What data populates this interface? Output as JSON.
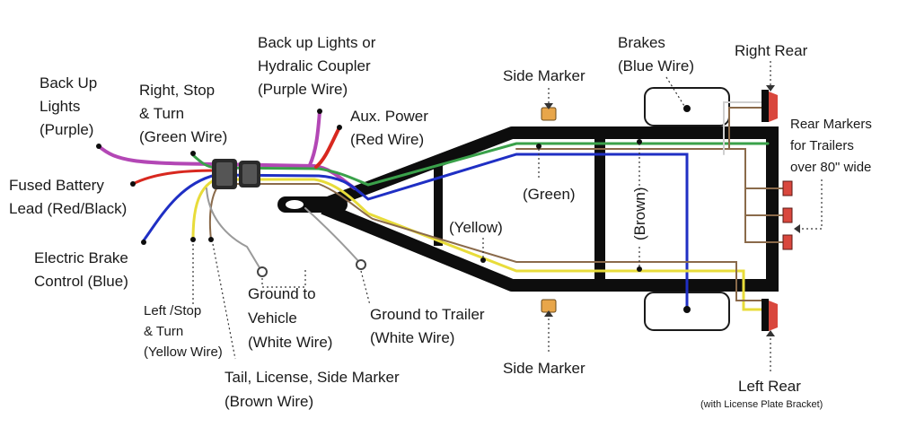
{
  "labels": {
    "back_up_lights_purple": [
      "Back Up",
      "Lights",
      "(Purple)"
    ],
    "right_stop_turn": [
      "Right, Stop",
      "& Turn",
      "(Green Wire)"
    ],
    "backup_hydraulic": [
      "Back up Lights or",
      "Hydralic Coupler",
      "(Purple Wire)"
    ],
    "aux_power": [
      "Aux. Power",
      "(Red Wire)"
    ],
    "fused_battery": [
      "Fused Battery",
      "Lead (Red/Black)"
    ],
    "electric_brake": [
      "Electric Brake",
      "Control (Blue)"
    ],
    "left_stop_turn": [
      "Left /Stop",
      "& Turn",
      "(Yellow Wire)"
    ],
    "ground_vehicle": [
      "Ground to",
      "Vehicle",
      "(White Wire)"
    ],
    "ground_trailer": [
      "Ground to Trailer",
      "(White Wire)"
    ],
    "tail_license": [
      "Tail, License, Side Marker",
      "(Brown Wire)"
    ],
    "side_marker_top": "Side Marker",
    "side_marker_bottom": "Side Marker",
    "brakes": [
      "Brakes",
      "(Blue Wire)"
    ],
    "right_rear": "Right Rear",
    "rear_markers": [
      "Rear Markers",
      "for Trailers",
      "over 80\" wide"
    ],
    "left_rear": "Left Rear",
    "left_rear_sub": "(with License Plate Bracket)",
    "green_wire": "(Green)",
    "yellow_wire": "(Yellow)",
    "brown_wire": "(Brown)"
  },
  "colors": {
    "frame": "#0d0d0d",
    "purple": "#b347b5",
    "green": "#3aa14a",
    "red": "#d8281f",
    "blue": "#1f2fc4",
    "yellow": "#e8dc3a",
    "brown": "#8a6a4a",
    "white_wire": "#cfcfcf",
    "lamp_red": "#d9473d",
    "marker_amber": "#e8a64a"
  }
}
